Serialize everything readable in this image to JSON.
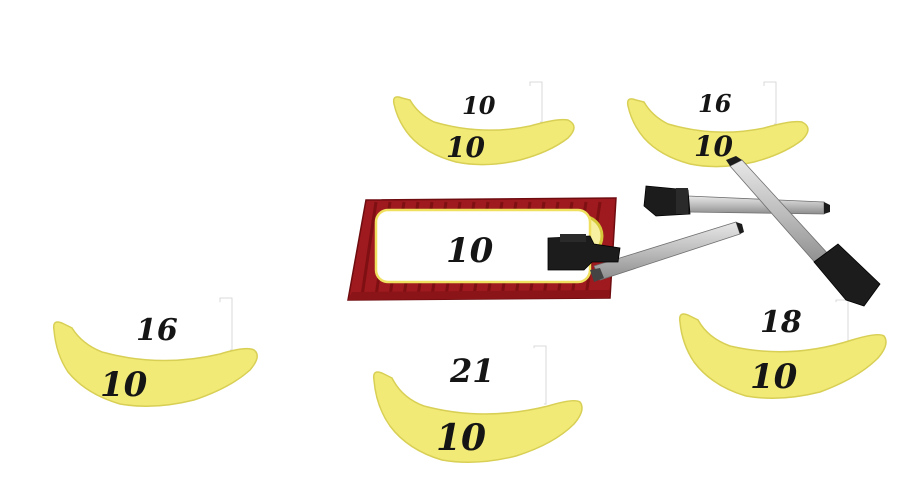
{
  "board": {
    "value": "10"
  },
  "cards": [
    {
      "id": "top-center",
      "guess": "10",
      "bid": "10"
    },
    {
      "id": "top-right",
      "guess": "16",
      "bid": "10"
    },
    {
      "id": "mid-left",
      "guess": "16",
      "bid": "10"
    },
    {
      "id": "bottom-center",
      "guess": "21",
      "bid": "10"
    },
    {
      "id": "mid-right",
      "guess": "18",
      "bid": "10"
    }
  ],
  "colors": {
    "banana": "#f1ea76",
    "banana_edge": "#d8cf55",
    "board_red": "#9e1a1e",
    "board_stripe": "#7e0f13",
    "card_white": "#ffffff",
    "marker_body": "#c9c9c9",
    "marker_cap": "#1c1c1c"
  },
  "icons": [
    "banana-card",
    "marker-pen",
    "dry-erase-board"
  ]
}
